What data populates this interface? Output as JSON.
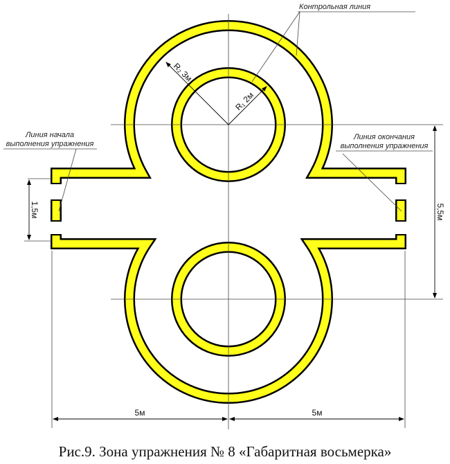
{
  "labels": {
    "control_line": "Контрольная линия",
    "start_line_1": "Линия начала",
    "start_line_2": "выполнения упражнения",
    "end_line_1": "Линия окончания",
    "end_line_2": "выполнения упражнения",
    "r2": "R₂ 3м",
    "r1": "R₁ 2м"
  },
  "dimensions": {
    "gate_width": "1,5м",
    "height": "5,5м",
    "left_width": "5м",
    "right_width": "5м"
  },
  "caption": "Рис.9. Зона упражнения № 8 «Габаритная восьмерка»",
  "colors": {
    "track": "#ffff1a",
    "outline": "#000000",
    "lines": "#333333"
  }
}
